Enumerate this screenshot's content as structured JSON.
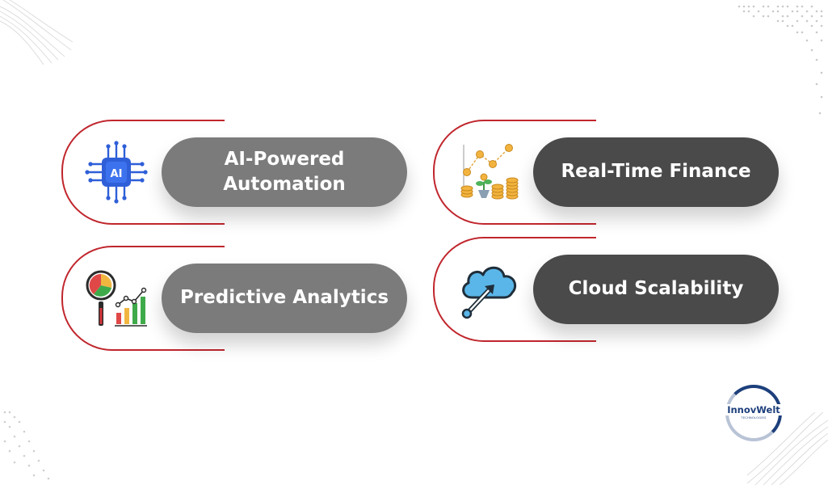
{
  "cards": [
    {
      "label": "AI-Powered\nAutomation",
      "icon": "ai-chip-icon"
    },
    {
      "label": "Real-Time Finance",
      "icon": "coins-growth-icon"
    },
    {
      "label": "Predictive Analytics",
      "icon": "analytics-magnifier-icon"
    },
    {
      "label": "Cloud Scalability",
      "icon": "cloud-upload-icon"
    }
  ],
  "logo": {
    "name": "InnovWelt",
    "tagline": "TECHNOLOGIES"
  },
  "colors": {
    "frame": "#c0262d",
    "pill_light": "#7b7b7b",
    "pill_dark": "#4a4a4a",
    "brand": "#1d3f7c",
    "ai_icon": "#2f5fd8",
    "cloud": "#5ab6e8"
  }
}
